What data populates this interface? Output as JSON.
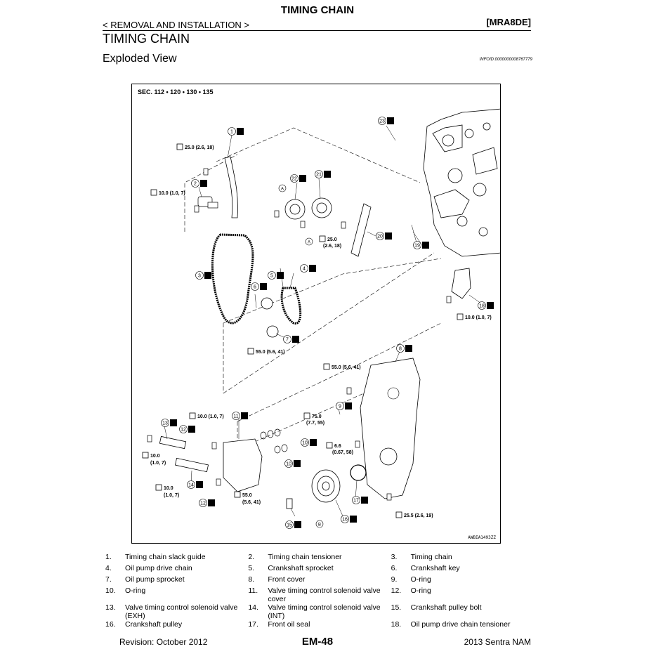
{
  "header": {
    "title": "TIMING CHAIN",
    "section": "< REMOVAL AND INSTALLATION >",
    "code": "[MRA8DE]"
  },
  "page_title": "TIMING CHAIN",
  "subtitle": "Exploded View",
  "info_id": "INFOID:0000000008767779",
  "diagram": {
    "sec_label": "SEC. 112 • 120 • 130 • 135",
    "fig_code": "AWBIA1493ZZ",
    "callouts": [
      "1",
      "2",
      "3",
      "4",
      "5",
      "6",
      "7",
      "8",
      "9",
      "10",
      "11",
      "12",
      "13",
      "14",
      "15",
      "16",
      "17",
      "18",
      "19",
      "20",
      "21",
      "22",
      "23"
    ],
    "torques": {
      "t25_a": "25.0 (2.6, 18)",
      "t10_a": "10.0 (1.0, 7)",
      "t25_b_1": "25.0",
      "t25_b_2": "(2.6, 18)",
      "t10_b": "10.0 (1.0, 7)",
      "t55_a": "55.0 (5.6, 41)",
      "t55_b": "55.0 (5.6, 41)",
      "t10_c": "10.0 (1.0, 7)",
      "t75_1": "75.0",
      "t75_2": "(7.7, 55)",
      "t66_1": "6.6",
      "t66_2": "(0.67, 58)",
      "t10_d_1": "10.0",
      "t10_d_2": "(1.0, 7)",
      "t10_e_1": "10.0",
      "t10_e_2": "(1.0, 7)",
      "t55_c_1": "55.0",
      "t55_c_2": "(5.6, 41)",
      "t255": "25.5 (2.6, 19)"
    },
    "marks": {
      "A": "A",
      "B": "B"
    }
  },
  "legend": [
    [
      {
        "n": "1.",
        "t": "Timing chain slack guide"
      },
      {
        "n": "2.",
        "t": "Timing chain tensioner"
      },
      {
        "n": "3.",
        "t": "Timing chain"
      }
    ],
    [
      {
        "n": "4.",
        "t": "Oil pump drive chain"
      },
      {
        "n": "5.",
        "t": "Crankshaft sprocket"
      },
      {
        "n": "6.",
        "t": "Crankshaft key"
      }
    ],
    [
      {
        "n": "7.",
        "t": "Oil pump sprocket"
      },
      {
        "n": "8.",
        "t": "Front cover"
      },
      {
        "n": "9.",
        "t": "O-ring"
      }
    ],
    [
      {
        "n": "10.",
        "t": "O-ring"
      },
      {
        "n": "11.",
        "t": "Valve timing control solenoid valve cover"
      },
      {
        "n": "12.",
        "t": "O-ring"
      }
    ],
    [
      {
        "n": "13.",
        "t": "Valve timing control solenoid valve (EXH)"
      },
      {
        "n": "14.",
        "t": " Valve timing control solenoid valve (INT)"
      },
      {
        "n": "15.",
        "t": "Crankshaft pulley bolt"
      }
    ],
    [
      {
        "n": "16.",
        "t": "Crankshaft pulley"
      },
      {
        "n": "17.",
        "t": "Front oil seal"
      },
      {
        "n": "18.",
        "t": "Oil pump drive chain tensioner"
      }
    ]
  ],
  "footer": {
    "revision": "Revision: October 2012",
    "page": "EM-48",
    "model": "2013 Sentra NAM"
  }
}
